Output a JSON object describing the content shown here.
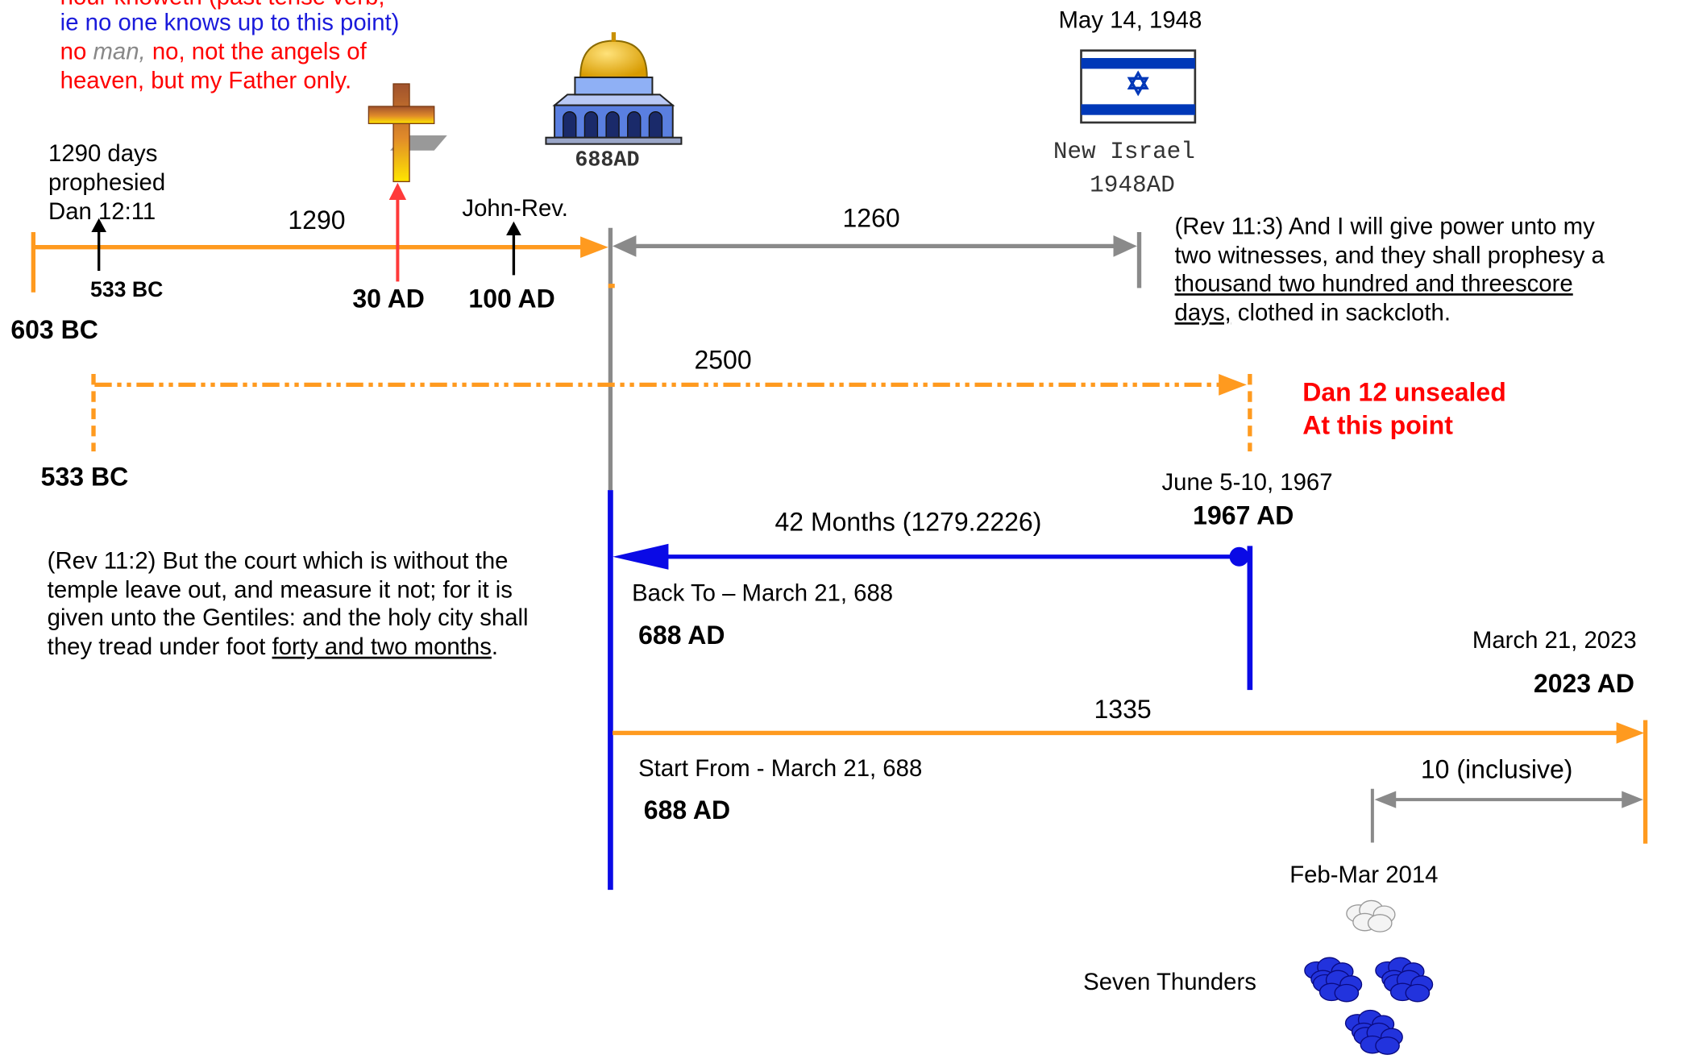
{
  "colors": {
    "orange": "#ff9a1f",
    "gray": "#8a8a8a",
    "blue": "#0a0ae6",
    "red": "#ff0000",
    "arrow_red": "#ff3a3a"
  },
  "quote": {
    "line1": "hour knoweth (past tense verb,",
    "line2": "ie no one knows up to this point)",
    "line3_pre": "no ",
    "line3_man": "man,",
    "line3_post": " no, not the angels of",
    "line4": "heaven, but my Father only."
  },
  "top_timeline": {
    "prophesied_l1": "1290 days",
    "prophesied_l2": "prophesied",
    "prophesied_l3": "Dan 12:11",
    "bc533_small": "533 BC",
    "bc603": "603 BC",
    "label_1290": "1290",
    "ad30": "30 AD",
    "john_rev": "John-Rev.",
    "ad100": "100 AD",
    "dome_label": "688AD",
    "label_1260": "1260",
    "israel_date": "May 14, 1948",
    "israel_name": "New Israel",
    "israel_year": "1948AD"
  },
  "rev113": {
    "l1": "(Rev 11:3)  And I will give power unto my",
    "l2": "two witnesses, and they shall prophesy a",
    "l3": "thousand two hundred and threescore",
    "l4a": "days,",
    "l4b": " clothed in sackcloth."
  },
  "mid_timeline": {
    "label_2500": "2500",
    "bc533": "533 BC",
    "unsealed_l1": "Dan 12 unsealed",
    "unsealed_l2": "At this point"
  },
  "blue_timeline": {
    "june_date": "June 5-10, 1967",
    "ad1967": "1967 AD",
    "months": "42 Months (1279.2226)",
    "back_to": "Back To – March 21, 688",
    "ad688": "688 AD"
  },
  "rev112": {
    "l1": "(Rev 11:2)  But the court which is without the",
    "l2": "temple leave out, and measure it not; for it is",
    "l3": "given unto the Gentiles: and the holy city shall",
    "l4a": "they tread under foot ",
    "l4b": "forty and two months",
    "l4c": "."
  },
  "bottom_timeline": {
    "march_date": "March 21, 2023",
    "ad2023": "2023 AD",
    "label_1335": "1335",
    "start_from": "Start From - March 21, 688",
    "ad688": "688 AD",
    "inclusive": "10 (inclusive)",
    "feb_mar": "Feb-Mar 2014",
    "seven_thunders": "Seven Thunders"
  }
}
